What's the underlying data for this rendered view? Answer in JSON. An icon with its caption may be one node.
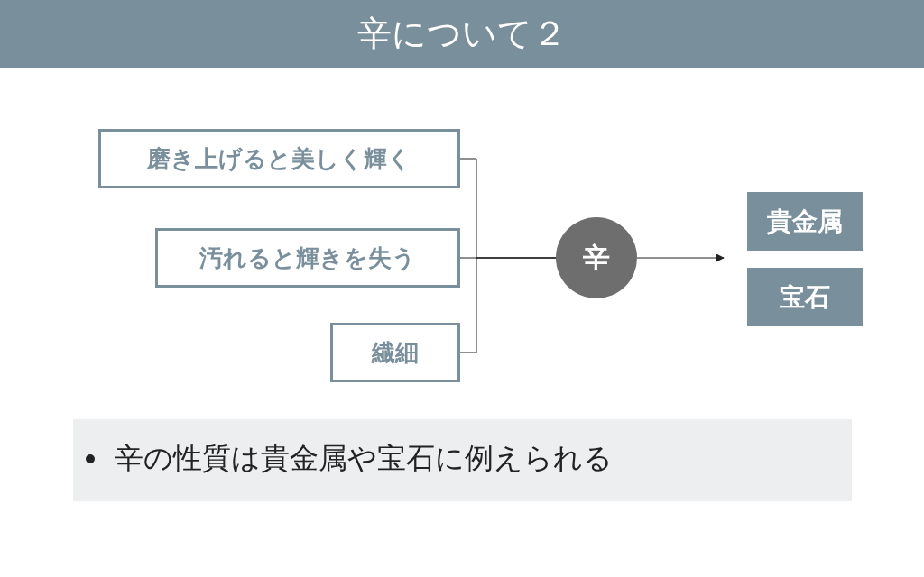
{
  "diagram": {
    "title": "辛について２",
    "nodes": [
      {
        "text": [
          "磨き上げると美しく輝く"
        ]
      },
      {
        "text": [
          "汚れると輝きを失う"
        ]
      },
      {
        "text": [
          "繊細"
        ]
      },
      {
        "text": [
          "辛"
        ]
      },
      {
        "text": [
          "貴金属"
        ]
      },
      {
        "text": [
          "宝石"
        ]
      }
    ],
    "edges": [
      {
        "from": 0,
        "to": 3,
        "arrow": "none"
      },
      {
        "from": 1,
        "to": 3,
        "arrow": "none"
      },
      {
        "from": 2,
        "to": 3,
        "arrow": "none"
      },
      {
        "from": 3,
        "to": null,
        "arrow": "to"
      }
    ],
    "labels": [
      "辛の性質は貴金属や宝石に例えられる"
    ]
  }
}
